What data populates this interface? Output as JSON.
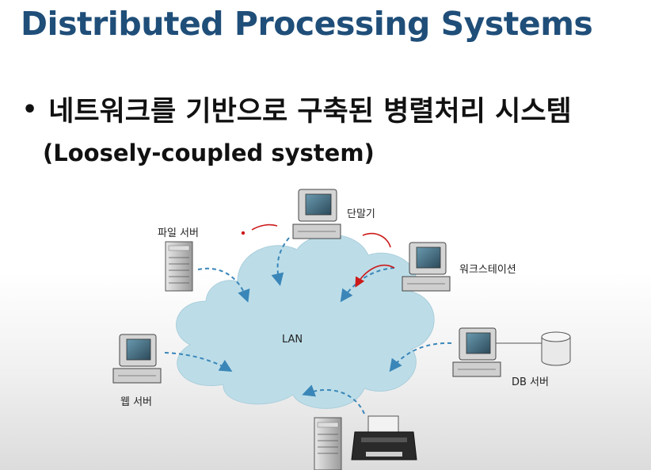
{
  "slide": {
    "title": "Distributed Processing Systems",
    "bullet": "네트워크를 기반으로 구축된 병렬처리 시스템",
    "subtext": "(Loosely-coupled system)"
  },
  "diagram": {
    "network_label": "LAN",
    "nodes": {
      "file_server": "파일 서버",
      "terminal": "단말기",
      "workstation": "워크스테이션",
      "web_server": "웹 서버",
      "db_server": "DB 서버"
    }
  },
  "colors": {
    "title": "#1f4e79",
    "cloud": "#bcdde8",
    "arrow": "#3a86b8",
    "annotation": "#cc1a1a"
  }
}
